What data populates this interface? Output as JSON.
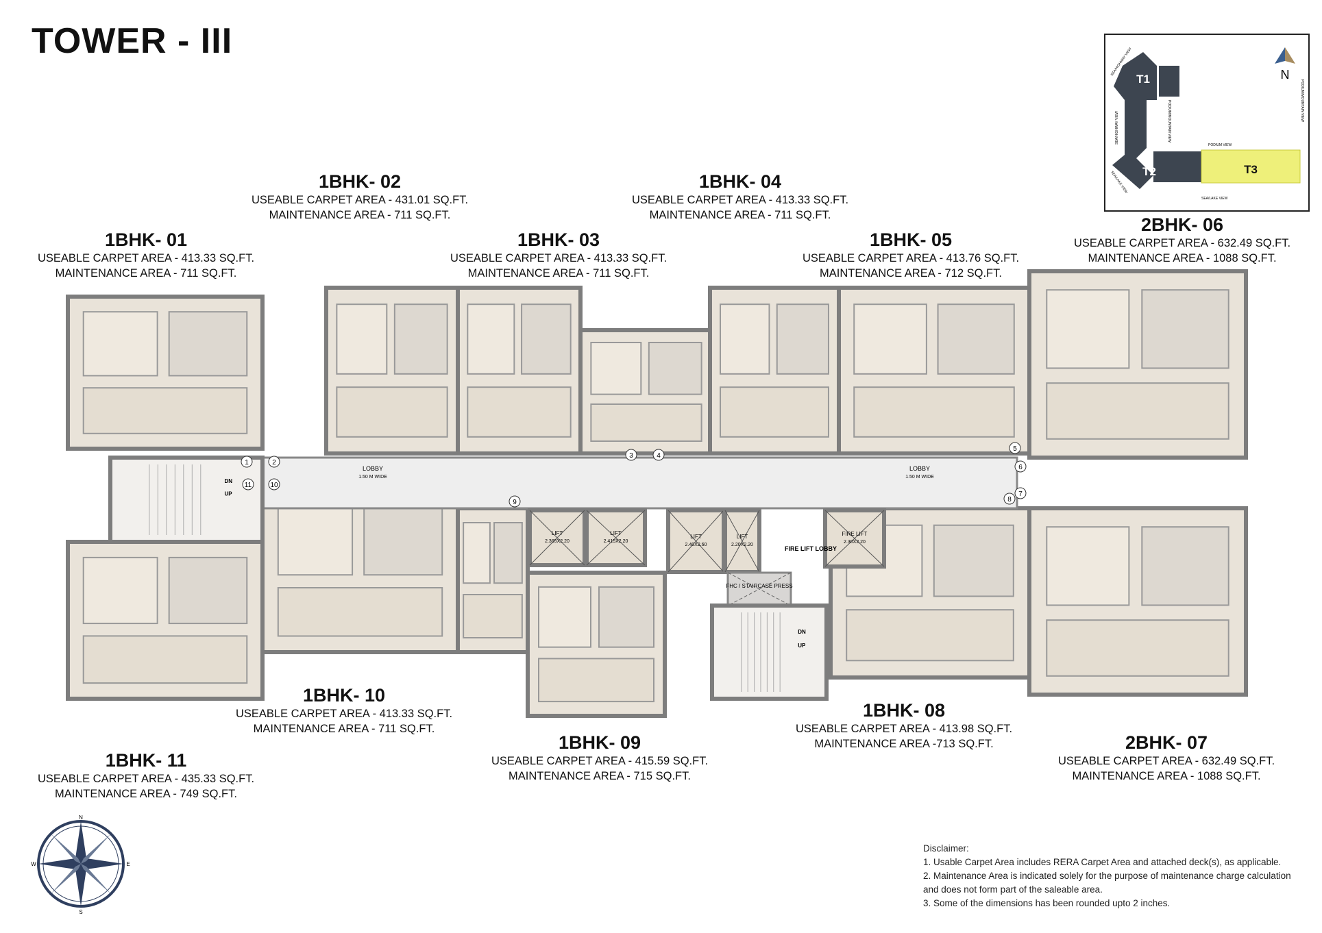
{
  "title": "TOWER - III",
  "units": [
    {
      "name": "1BHK- 01",
      "carpet": "USEABLE CARPET AREA - 413.33 SQ.FT.",
      "maintenance": "MAINTENANCE AREA - 711 SQ.FT."
    },
    {
      "name": "1BHK- 02",
      "carpet": "USEABLE CARPET AREA - 431.01 SQ.FT.",
      "maintenance": "MAINTENANCE AREA - 711 SQ.FT."
    },
    {
      "name": "1BHK- 03",
      "carpet": "USEABLE CARPET AREA - 413.33 SQ.FT.",
      "maintenance": "MAINTENANCE AREA - 711 SQ.FT."
    },
    {
      "name": "1BHK- 04",
      "carpet": "USEABLE CARPET AREA - 413.33 SQ.FT.",
      "maintenance": "MAINTENANCE AREA - 711 SQ.FT."
    },
    {
      "name": "1BHK- 05",
      "carpet": "USEABLE CARPET AREA - 413.76 SQ.FT.",
      "maintenance": "MAINTENANCE AREA - 712 SQ.FT."
    },
    {
      "name": "2BHK- 06",
      "carpet": "USEABLE CARPET AREA - 632.49 SQ.FT.",
      "maintenance": "MAINTENANCE AREA - 1088 SQ.FT."
    },
    {
      "name": "2BHK- 07",
      "carpet": "USEABLE CARPET AREA - 632.49 SQ.FT.",
      "maintenance": "MAINTENANCE AREA - 1088 SQ.FT."
    },
    {
      "name": "1BHK- 08",
      "carpet": "USEABLE CARPET AREA - 413.98 SQ.FT.",
      "maintenance": "MAINTENANCE AREA -713 SQ.FT."
    },
    {
      "name": "1BHK- 09",
      "carpet": "USEABLE CARPET AREA - 415.59 SQ.FT.",
      "maintenance": "MAINTENANCE AREA - 715 SQ.FT."
    },
    {
      "name": "1BHK- 10",
      "carpet": "USEABLE CARPET AREA - 413.33 SQ.FT.",
      "maintenance": "MAINTENANCE AREA - 711 SQ.FT."
    },
    {
      "name": "1BHK- 11",
      "carpet": "USEABLE CARPET AREA - 435.33 SQ.FT.",
      "maintenance": "MAINTENANCE AREA - 749 SQ.FT."
    }
  ],
  "plan": {
    "lobby_label": "LOBBY",
    "lobby_width": "1.50 M WIDE",
    "lifts": [
      {
        "label": "LIFT",
        "size": "2.365X2.20"
      },
      {
        "label": "LIFT",
        "size": "2.415X2.20"
      },
      {
        "label": "LIFT",
        "size": "2.40X2.60"
      },
      {
        "label": "LIFT",
        "size": "2.20X2.20"
      },
      {
        "label": "FIRE LIFT",
        "size": "2.30X2.20"
      }
    ],
    "fire_lift_lobby": "FIRE LIFT LOBBY",
    "fhc_press": "FHC / STAIRCASE PRESS",
    "stair_dn": "DN",
    "stair_up": "UP",
    "door_numbers": [
      "1",
      "2",
      "3",
      "4",
      "5",
      "6",
      "7",
      "8",
      "9",
      "10",
      "11"
    ]
  },
  "keyplan": {
    "towers": [
      "T1",
      "T2",
      "T3"
    ],
    "highlight_color": "#eef07a",
    "tower_color": "#3d4550",
    "north": "N",
    "views": [
      "SEA/HIGHWAY VIEW",
      "SEA/HIGHWAY VIEW",
      "SEA/LAKE VIEW",
      "PODIUM/MOUNTAIN VIEW",
      "PODIUM VIEW",
      "PODIUM/MOUNTAIN VIEW",
      "SEA/LAKE VIEW"
    ]
  },
  "compass": {
    "n": "N",
    "s": "S",
    "e": "E",
    "w": "W"
  },
  "disclaimer": {
    "heading": "Disclaimer:",
    "items": [
      "1. Usable Carpet Area includes RERA Carpet Area and attached deck(s), as applicable.",
      "2. Maintenance Area is indicated solely for the purpose of maintenance charge calculation",
      "and does not form part of the saleable area.",
      "3. Some of the dimensions has been rounded upto 2 inches."
    ]
  }
}
